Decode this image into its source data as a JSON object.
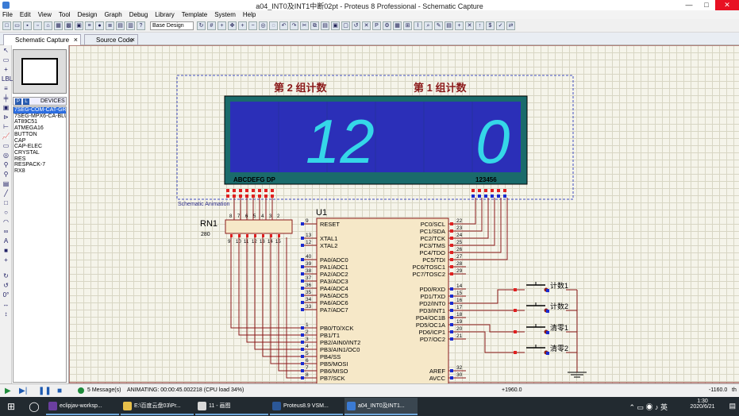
{
  "window": {
    "title": "a04_INT0及INT1中断02pt - Proteus 8 Professional - Schematic Capture"
  },
  "menu": [
    "File",
    "Edit",
    "View",
    "Tool",
    "Design",
    "Graph",
    "Debug",
    "Library",
    "Template",
    "System",
    "Help"
  ],
  "toolbar": {
    "layer_select": "Base Design"
  },
  "tabs": [
    {
      "label": "Schematic Capture",
      "active": true
    },
    {
      "label": "Source Code",
      "active": false
    }
  ],
  "devices": {
    "header": "DEVICES",
    "items": [
      "7SEG-COM-CAT-GRN",
      "7SEG-MPX6-CA-BLUE",
      "AT89C51",
      "ATMEGA16",
      "BUTTON",
      "CAP",
      "CAP-ELEC",
      "CRYSTAL",
      "RES",
      "RESPACK-7",
      "RX8"
    ]
  },
  "rotation": "0°",
  "schematic": {
    "label_group2": "第 2 组计数",
    "label_group1": "第 1 组计数",
    "display_left": "12",
    "display_right": "0",
    "display_segments_label": "ABCDEFG DP",
    "display_digits_label": "123456",
    "animation_label": "Schematic Animation",
    "rn1_name": "RN1",
    "rn1_value": "280",
    "u1_name": "U1",
    "btn_labels": [
      "计数1",
      "计数2",
      "清零1",
      "清零2"
    ],
    "rn_top_pins": [
      "8",
      "7",
      "6",
      "5",
      "4",
      "3",
      "2"
    ],
    "rn_bottom_pins": [
      "9",
      "10",
      "11",
      "12",
      "13",
      "14",
      "15"
    ]
  },
  "u1_left_pins": [
    {
      "num": "9",
      "name": "RESET"
    },
    {
      "num": "13",
      "name": "XTAL1"
    },
    {
      "num": "12",
      "name": "XTAL2"
    },
    {
      "num": "40",
      "name": "PA0/ADC0"
    },
    {
      "num": "39",
      "name": "PA1/ADC1"
    },
    {
      "num": "38",
      "name": "PA2/ADC2"
    },
    {
      "num": "37",
      "name": "PA3/ADC3"
    },
    {
      "num": "36",
      "name": "PA4/ADC4"
    },
    {
      "num": "35",
      "name": "PA5/ADC5"
    },
    {
      "num": "34",
      "name": "PA6/ADC6"
    },
    {
      "num": "33",
      "name": "PA7/ADC7"
    },
    {
      "num": "1",
      "name": "PB0/T0/XCK"
    },
    {
      "num": "2",
      "name": "PB1/T1"
    },
    {
      "num": "3",
      "name": "PB2/AIN0/INT2"
    },
    {
      "num": "4",
      "name": "PB3/AIN1/OC0"
    },
    {
      "num": "5",
      "name": "PB4/SS"
    },
    {
      "num": "6",
      "name": "PB5/MOSI"
    },
    {
      "num": "7",
      "name": "PB6/MISO"
    },
    {
      "num": "8",
      "name": "PB7/SCK"
    }
  ],
  "u1_right_pins": [
    {
      "num": "22",
      "name": "PC0/SCL"
    },
    {
      "num": "23",
      "name": "PC1/SDA"
    },
    {
      "num": "24",
      "name": "PC2/TCK"
    },
    {
      "num": "25",
      "name": "PC3/TMS"
    },
    {
      "num": "26",
      "name": "PC4/TDO"
    },
    {
      "num": "27",
      "name": "PC5/TDI"
    },
    {
      "num": "28",
      "name": "PC6/TOSC1"
    },
    {
      "num": "29",
      "name": "PC7/TOSC2"
    },
    {
      "num": "14",
      "name": "PD0/RXD"
    },
    {
      "num": "15",
      "name": "PD1/TXD"
    },
    {
      "num": "16",
      "name": "PD2/INT0"
    },
    {
      "num": "17",
      "name": "PD3/INT1"
    },
    {
      "num": "18",
      "name": "PD4/OC1B"
    },
    {
      "num": "19",
      "name": "PD5/OC1A"
    },
    {
      "num": "20",
      "name": "PD6/ICP1"
    },
    {
      "num": "21",
      "name": "PD7/OC2"
    },
    {
      "num": "32",
      "name": "AREF"
    },
    {
      "num": "30",
      "name": "AVCC"
    }
  ],
  "status": {
    "messages": "5 Message(s)",
    "animating": "ANIMATING: 00:00:45.002218 (CPU load 34%)",
    "coord_x": "+1960.0",
    "coord_y": "-1160.0",
    "units": "th"
  },
  "taskbar": {
    "items": [
      "eclipjav-worksp...",
      "E:\\百度云盘03\\Pr...",
      "11 - 画图",
      "Proteus8.9 VSM...",
      "a04_INT0及INT1..."
    ],
    "time": "1:30",
    "date": "2020/6/21"
  }
}
